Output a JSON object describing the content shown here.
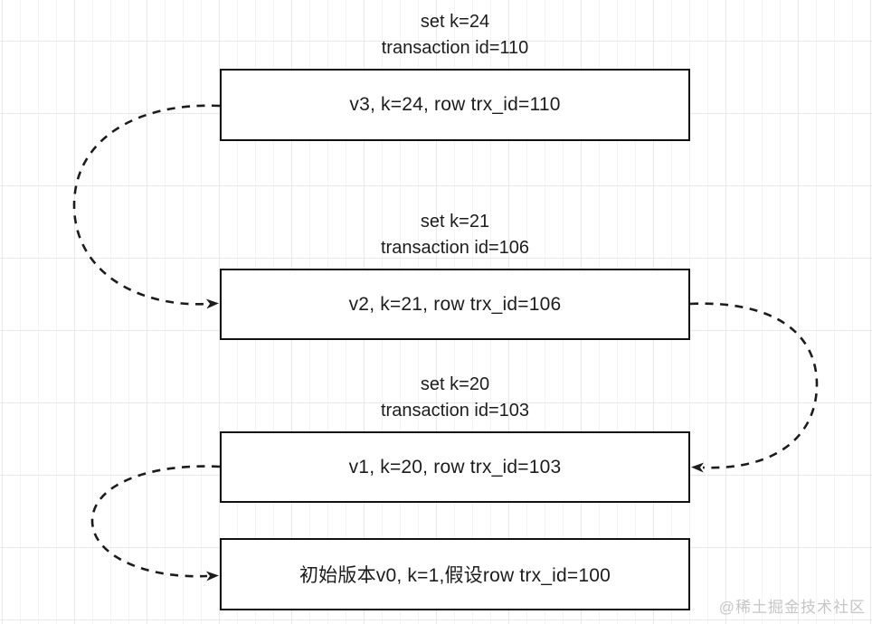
{
  "diagram": {
    "nodes": [
      {
        "id": "v3",
        "label": "v3, k=24, row trx_id=110",
        "annotation": [
          "set k=24",
          "transaction id=110"
        ]
      },
      {
        "id": "v2",
        "label": "v2, k=21, row trx_id=106",
        "annotation": [
          "set k=21",
          "transaction id=106"
        ]
      },
      {
        "id": "v1",
        "label": "v1, k=20, row trx_id=103",
        "annotation": [
          "set k=20",
          "transaction id=103"
        ]
      },
      {
        "id": "v0",
        "label": "初始版本v0, k=1,假设row trx_id=100",
        "annotation": []
      }
    ],
    "edges": [
      {
        "from": "v3",
        "to": "v2",
        "side": "left",
        "style": "dashed-arrow"
      },
      {
        "from": "v2",
        "to": "v1",
        "side": "right",
        "style": "dashed-arrow"
      },
      {
        "from": "v1",
        "to": "v0",
        "side": "left",
        "style": "dashed-arrow"
      }
    ],
    "watermark": "@稀土掘金技术社区",
    "colors": {
      "ink": "#1c1c1c",
      "box_border": "#111111",
      "box_fill": "#ffffff",
      "grid_minor": "#f4f4f4",
      "grid_major": "#e8e8e8",
      "watermark": "#c6c6c6"
    }
  }
}
